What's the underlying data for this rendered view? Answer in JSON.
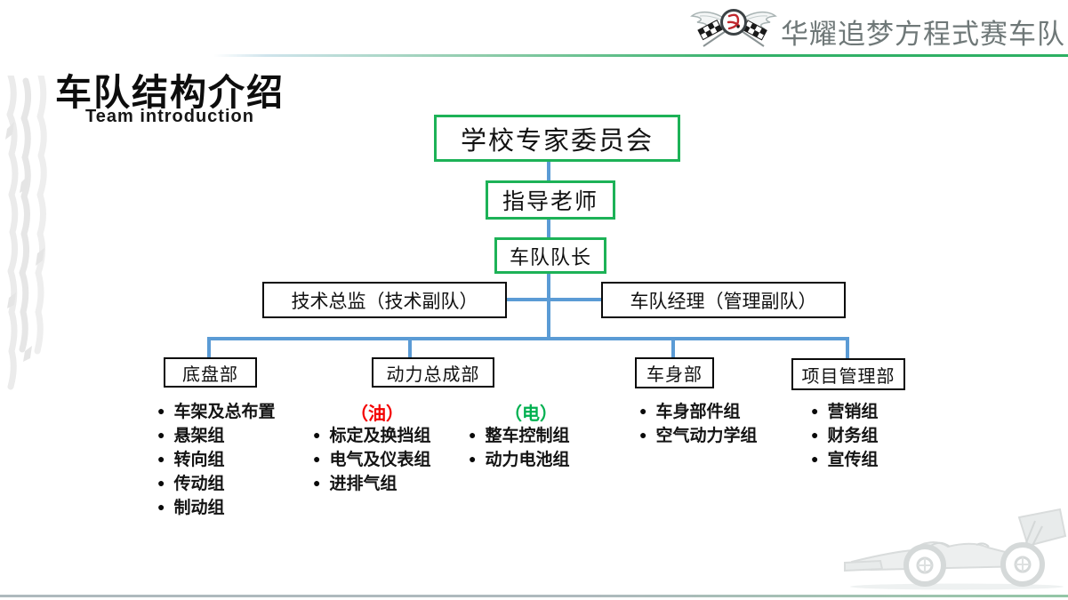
{
  "header": {
    "team_name": "华耀追梦方程式赛车队",
    "logo": "winged-badge-with-crossed-checkered-flags"
  },
  "title": {
    "main": "车队结构介绍",
    "sub": "Team introduction"
  },
  "glyphs": {
    "bullet": "●"
  },
  "colors": {
    "box_green": "#1db257",
    "connector_blue": "#5b9bd5",
    "oil_red": "#f40000",
    "electric_green": "#00b050",
    "header_text_gray": "#6f7878"
  },
  "org_chart": {
    "root": "学校专家委员会",
    "advisor": "指导老师",
    "captain": "车队队长",
    "tech_director": "技术总监（技术副队）",
    "team_manager": "车队经理（管理副队）",
    "departments": [
      {
        "name": "底盘部",
        "items": [
          "车架及总布置",
          "悬架组",
          "转向组",
          "传动组",
          "制动组"
        ]
      },
      {
        "name": "动力总成部",
        "oil_label": "（油）",
        "electric_label": "（电）",
        "oil_items": [
          "标定及换挡组",
          "电气及仪表组",
          "进排气组"
        ],
        "electric_items": [
          "整车控制组",
          "动力电池组"
        ]
      },
      {
        "name": "车身部",
        "items": [
          "车身部件组",
          "空气动力学组"
        ]
      },
      {
        "name": "项目管理部",
        "items": [
          "营销组",
          "财务组",
          "宣传组"
        ]
      }
    ]
  }
}
